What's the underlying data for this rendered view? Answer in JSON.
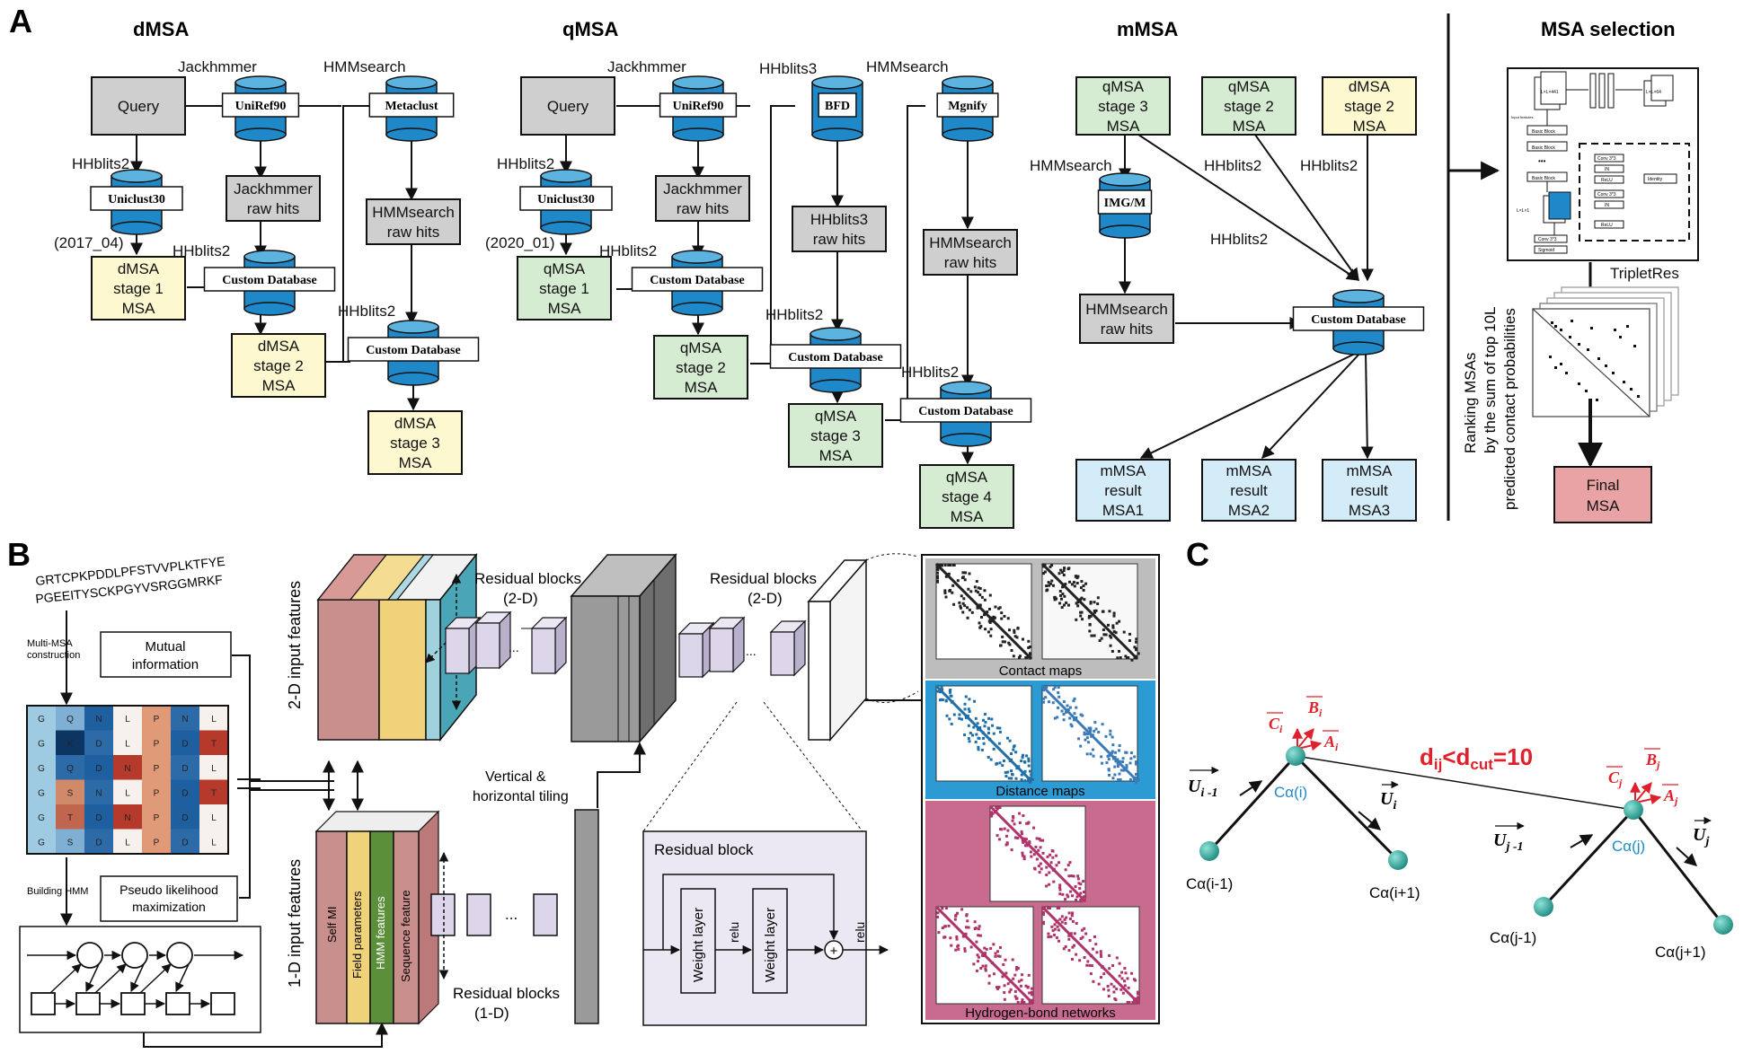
{
  "panel_a": {
    "label": "A",
    "titles": {
      "dmsa": "dMSA",
      "qmsa": "qMSA",
      "mmsa": "mMSA",
      "selection": "MSA selection"
    },
    "query": "Query",
    "uniref90": "UniRef90",
    "metaclust": "Metaclust",
    "bfd": "BFD",
    "mgnify": "Mgnify",
    "uniclust30": "Uniclust30",
    "img_m": "IMG/M",
    "custom_db": "Custom Database",
    "tools": {
      "jackhmmer": "Jackhmmer",
      "hmmsearch": "HMMsearch",
      "hhblits2": "HHblits2",
      "hhblits3": "HHblits3"
    },
    "versions": {
      "d": "(2017_04)",
      "q": "(2020_01)"
    },
    "boxes": {
      "jack_raw": [
        "Jackhmmer",
        "raw hits"
      ],
      "hmm_raw": [
        "HMMsearch",
        "raw hits"
      ],
      "hhb3_raw": [
        "HHblits3",
        "raw hits"
      ],
      "d1": [
        "dMSA",
        "stage 1",
        "MSA"
      ],
      "d2": [
        "dMSA",
        "stage 2",
        "MSA"
      ],
      "d3": [
        "dMSA",
        "stage 3",
        "MSA"
      ],
      "q1": [
        "qMSA",
        "stage 1",
        "MSA"
      ],
      "q2": [
        "qMSA",
        "stage 2",
        "MSA"
      ],
      "q3": [
        "qMSA",
        "stage 3",
        "MSA"
      ],
      "q4": [
        "qMSA",
        "stage 4",
        "MSA"
      ],
      "m1": [
        "mMSA",
        "result",
        "MSA1"
      ],
      "m2": [
        "mMSA",
        "result",
        "MSA2"
      ],
      "m3": [
        "mMSA",
        "result",
        "MSA3"
      ]
    },
    "tripletres": "TripletRes",
    "ranking": [
      "Ranking MSAs",
      "by the sum of top 10L",
      "predicted contact probabilities"
    ],
    "final": [
      "Final",
      "MSA"
    ],
    "net_labels": {
      "in": "Input features",
      "basic": "Basic Block",
      "conv": "Conv 3*3",
      "in_norm": "IN",
      "relu": "ReLU",
      "identity": "Identity",
      "sigmoid": "Sigmoid",
      "dims1": "L×L×441",
      "dims2": "L×L×64",
      "dims3": "L×L×1"
    }
  },
  "panel_b": {
    "label": "B",
    "sequence": [
      "GRTCPKPDDLPFSTVVPLKTFYE",
      "PGEEITYSCKPGYVSRGGMRKF"
    ],
    "multi_msa": [
      "Multi-MSA",
      "construction"
    ],
    "mutual_info": [
      "Mutual",
      "information"
    ],
    "building_hmm": "Building HMM",
    "pseudo": [
      "Pseudo likelihood",
      "maximization"
    ],
    "msa_grid": [
      [
        "G",
        "Q",
        "N",
        "L",
        "P",
        "N",
        "L"
      ],
      [
        "G",
        "K",
        "D",
        "L",
        "P",
        "D",
        "T"
      ],
      [
        "G",
        "Q",
        "D",
        "N",
        "P",
        "D",
        "L"
      ],
      [
        "G",
        "S",
        "N",
        "L",
        "P",
        "D",
        "T"
      ],
      [
        "G",
        "T",
        "D",
        "N",
        "P",
        "D",
        "L"
      ],
      [
        "G",
        "S",
        "D",
        "L",
        "P",
        "D",
        "L"
      ]
    ],
    "in2d": "2-D input features",
    "in1d": "1-D input features",
    "feat1d": [
      "Self MI",
      "Field parameters",
      "HMM features",
      "Sequence feature"
    ],
    "res2d_a": [
      "Residual blocks",
      "(2-D)"
    ],
    "res2d_b": [
      "Residual blocks",
      "(2-D)"
    ],
    "res1d": [
      "Residual blocks",
      "(1-D)"
    ],
    "tiling": [
      "Vertical &",
      "horizontal tiling"
    ],
    "resblock": {
      "title": "Residual block",
      "w1": "Weight layer",
      "w2": "Weight layer",
      "relu": "relu",
      "plus": "+"
    },
    "maps": {
      "contact": "Contact maps",
      "distance": "Distance maps",
      "hbond": "Hydrogen-bond networks"
    },
    "ellipsis": "..."
  },
  "panel_c": {
    "label": "C",
    "ci": "Cα(i)",
    "cj": "Cα(j)",
    "ci_m1": "Cα(i-1)",
    "ci_p1": "Cα(i+1)",
    "cj_m1": "Cα(j-1)",
    "cj_p1": "Cα(j+1)",
    "u_i": "U",
    "u_sub_i": "i",
    "u_sub_im1": "i -1",
    "u_sub_j": "j",
    "u_sub_jm1": "j -1",
    "dist": {
      "d": "d",
      "sub1": "ij",
      "lt": "<d",
      "sub2": "cut",
      "eq": "=10"
    },
    "vec_a": "A",
    "vec_b": "B",
    "vec_c": "C",
    "sub_i": "i",
    "sub_j": "j"
  },
  "colors": {
    "yellow_box": "#fdf8cf",
    "green_box": "#d6ecd2",
    "blue_box": "#d4ecf8",
    "gray_box": "#cfcfcf",
    "final_box": "#e9a3a5",
    "db_blue": "#1f88c8",
    "red_text": "#e0202a",
    "sphere": "#2aa39a"
  }
}
